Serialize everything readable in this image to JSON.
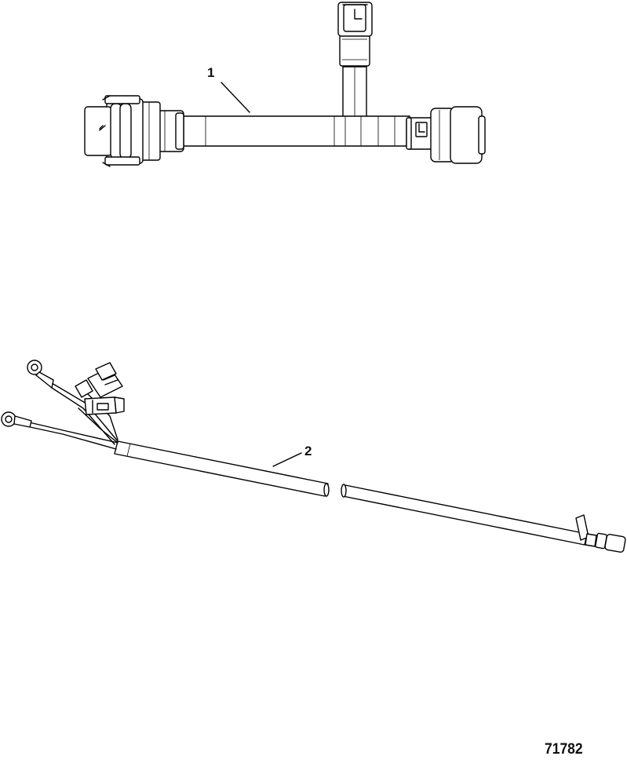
{
  "callouts": [
    {
      "label": "1"
    },
    {
      "label": "2"
    }
  ],
  "figure_id": "71782",
  "colors": {
    "line": "#000000",
    "background": "#ffffff"
  }
}
